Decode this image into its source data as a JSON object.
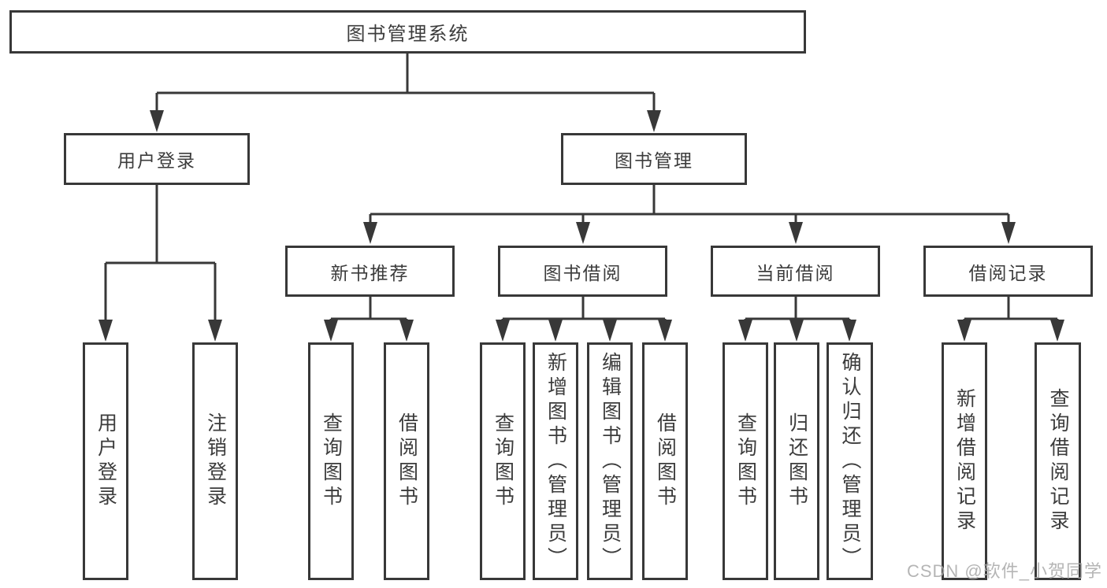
{
  "diagram": {
    "root": {
      "label": "图书管理系统",
      "children": [
        {
          "label": "用户登录",
          "children": [
            {
              "label": "用户登录"
            },
            {
              "label": "注销登录"
            }
          ]
        },
        {
          "label": "图书管理",
          "children": [
            {
              "label": "新书推荐",
              "children": [
                {
                  "label": "查询图书"
                },
                {
                  "label": "借阅图书"
                }
              ]
            },
            {
              "label": "图书借阅",
              "children": [
                {
                  "label": "查询图书"
                },
                {
                  "label": "新增图书（管理员）"
                },
                {
                  "label": "编辑图书（管理员）"
                },
                {
                  "label": "借阅图书"
                }
              ]
            },
            {
              "label": "当前借阅",
              "children": [
                {
                  "label": "查询图书"
                },
                {
                  "label": "归还图书"
                },
                {
                  "label": "确认归还（管理员）"
                }
              ]
            },
            {
              "label": "借阅记录",
              "children": [
                {
                  "label": "新增借阅记录"
                },
                {
                  "label": "查询借阅记录"
                }
              ]
            }
          ]
        }
      ]
    }
  },
  "watermark": "CSDN @软件_小贺同学",
  "colors": {
    "line": "#383838",
    "text": "#3c3c3c",
    "watermark": "#a9a9a9",
    "background": "#ffffff"
  }
}
